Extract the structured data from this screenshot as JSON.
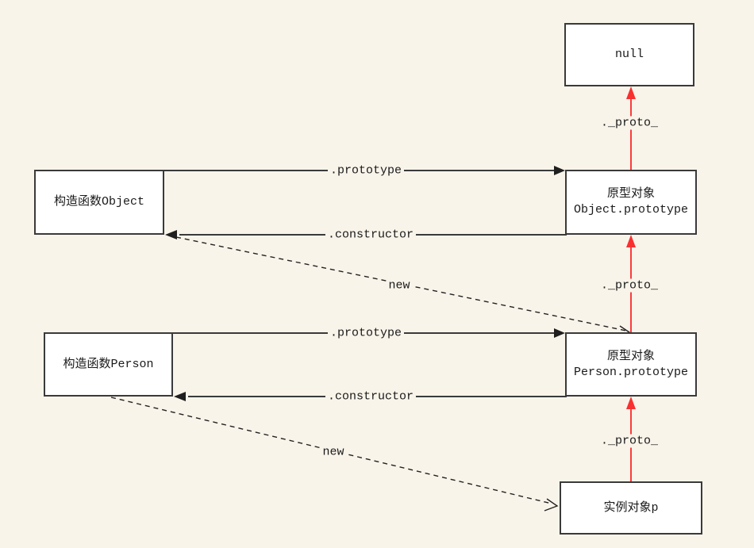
{
  "colors": {
    "background": "#F9F4EA",
    "box_fill": "#FFFFFF",
    "box_border": "#3A3A3A",
    "solid_arrow": "#3A3A3A",
    "dashed_arrow": "#222222",
    "proto_chain_red": "#FA3C3C",
    "label_text": "#1A1A1A"
  },
  "nodes": {
    "null_box": {
      "label": "null"
    },
    "constructor_object": {
      "label": "构造函数Object"
    },
    "prototype_object": {
      "line1": "原型对象",
      "line2": "Object.prototype"
    },
    "constructor_person": {
      "label": "构造函数Person"
    },
    "prototype_person": {
      "line1": "原型对象",
      "line2": "Person.prototype"
    },
    "instance_p": {
      "label": "实例对象p"
    }
  },
  "edges": {
    "object_prototype": {
      "label": ".prototype"
    },
    "object_constructor": {
      "label": ".constructor"
    },
    "person_prototype": {
      "label": ".prototype"
    },
    "person_constructor": {
      "label": ".constructor"
    },
    "objectproto_to_null": {
      "label": "._proto_"
    },
    "personproto_to_objectproto": {
      "label": "._proto_"
    },
    "instance_to_personproto": {
      "label": "._proto_"
    },
    "new_object": {
      "label": "new"
    },
    "new_person": {
      "label": "new"
    }
  }
}
